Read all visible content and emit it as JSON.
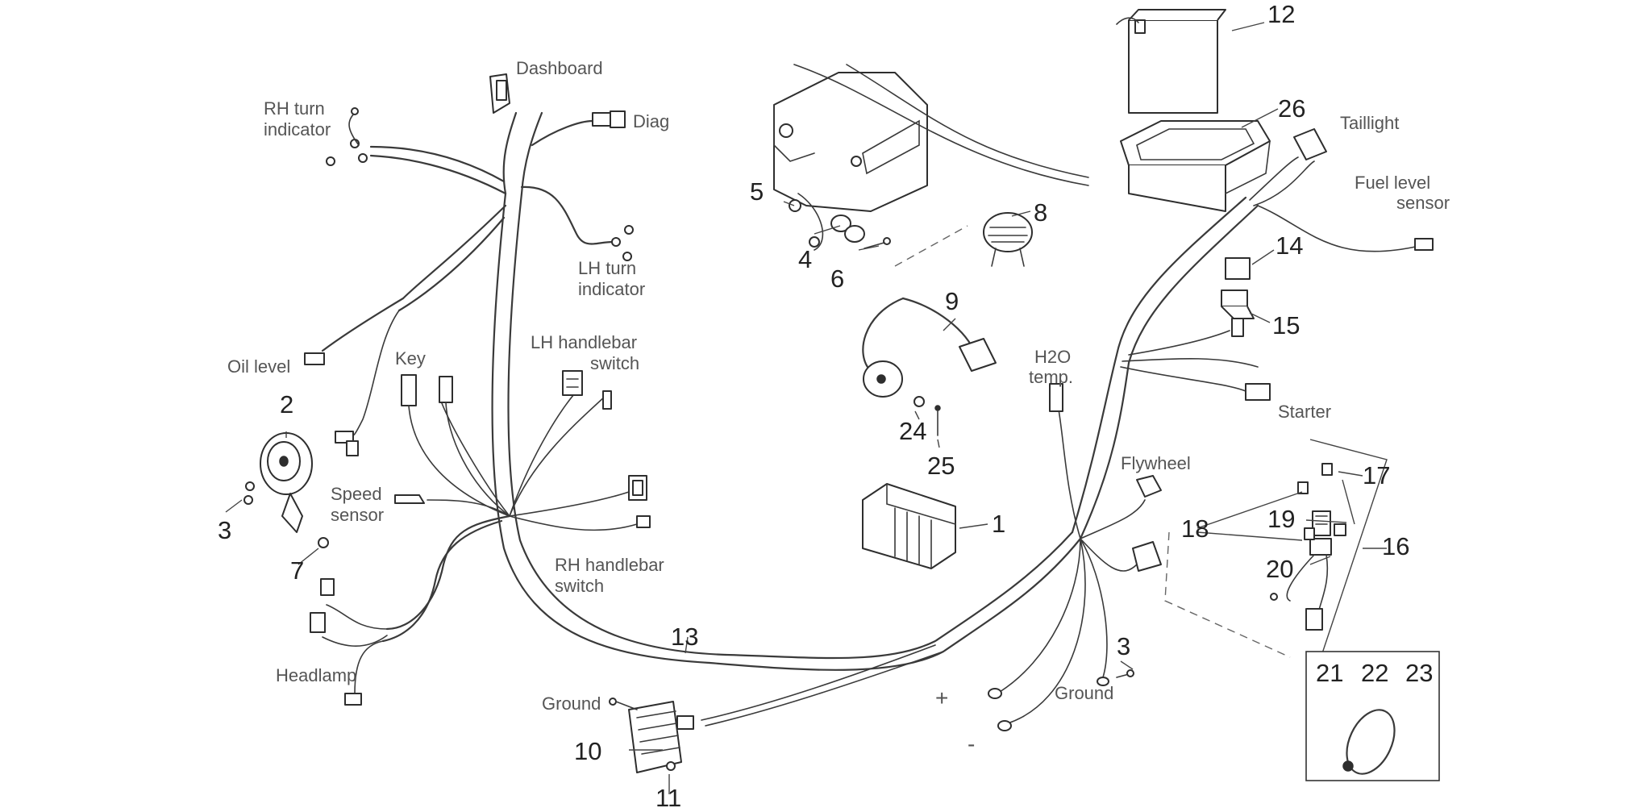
{
  "labels": {
    "dashboard": "Dashboard",
    "diag": "Diag",
    "rh_turn_1": "RH turn",
    "rh_turn_2": "indicator",
    "lh_turn_1": "LH turn",
    "lh_turn_2": "indicator",
    "oil_level": "Oil level",
    "key": "Key",
    "lh_switch_1": "LH handlebar",
    "lh_switch_2": "switch",
    "speed_1": "Speed",
    "speed_2": "sensor",
    "rh_switch_1": "RH handlebar",
    "rh_switch_2": "switch",
    "headlamp": "Headlamp",
    "ground_left": "Ground",
    "ground_right": "Ground",
    "h2o_1": "H2O",
    "h2o_2": "temp.",
    "flywheel": "Flywheel",
    "taillight": "Taillight",
    "fuel_1": "Fuel level",
    "fuel_2": "sensor",
    "starter": "Starter",
    "plus": "+",
    "minus": "-"
  },
  "numbers": {
    "n1": "1",
    "n2": "2",
    "n3a": "3",
    "n3b": "3",
    "n4": "4",
    "n5": "5",
    "n6": "6",
    "n7": "7",
    "n8": "8",
    "n9": "9",
    "n10": "10",
    "n11": "11",
    "n12": "12",
    "n13": "13",
    "n14": "14",
    "n15": "15",
    "n16": "16",
    "n17": "17",
    "n18": "18",
    "n19": "19",
    "n20": "20",
    "n21": "21",
    "n22": "22",
    "n23": "23",
    "n24": "24",
    "n25": "25",
    "n26": "26"
  }
}
